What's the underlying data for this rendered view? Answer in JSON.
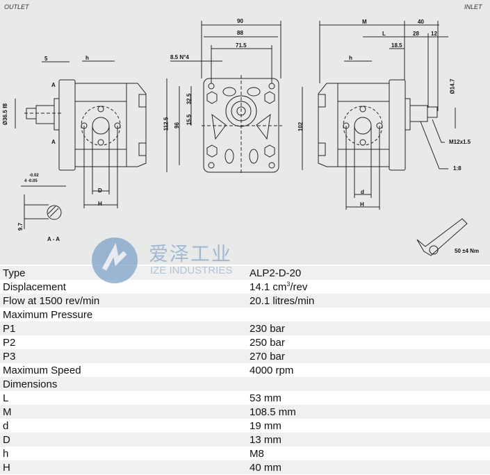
{
  "drawing": {
    "outlet_label": "OUTLET",
    "inlet_label": "INLET",
    "left_view": {
      "dim_5": "5",
      "dim_h": "h",
      "section_a": "A",
      "dia_label": "Ø36.5 f8",
      "dim_D": "D",
      "dim_H": "H",
      "tol_upper": "-0.02",
      "tol_lower": "4 -0.05",
      "dim_97": "9.7",
      "section_title": "A - A"
    },
    "front_view": {
      "dim_90": "90",
      "dim_88": "88",
      "dim_715": "71.5",
      "holes": "8.5 N°4",
      "dim_1125": "112.5",
      "dim_96": "96",
      "dim_325": "32.5",
      "dim_155": "15.5"
    },
    "right_view": {
      "dim_M": "M",
      "dim_40": "40",
      "dim_L": "L",
      "dim_28": "28",
      "dim_12": "12",
      "dim_185": "18.5",
      "dim_h": "h",
      "dim_102": "102",
      "dia": "Ø14.7",
      "thread": "M12x1.5",
      "taper": "1:8",
      "dim_d": "d",
      "dim_H": "H",
      "torque": "50 ±4 Nm"
    }
  },
  "watermark": {
    "cn": "爱泽工业",
    "en": "IZE INDUSTRIES"
  },
  "specs": [
    {
      "k": "Type",
      "v": "ALP2-D-20"
    },
    {
      "k": "Displacement",
      "v": "14.1 cm",
      "sup": "3",
      "v2": "/rev"
    },
    {
      "k": "Flow at 1500 rev/min",
      "v": "20.1 litres/min"
    },
    {
      "k": "Maximum Pressure",
      "v": ""
    },
    {
      "k": "P1",
      "v": "230 bar"
    },
    {
      "k": "P2",
      "v": "250 bar"
    },
    {
      "k": "P3",
      "v": "270 bar"
    },
    {
      "k": "Maximum Speed",
      "v": "4000 rpm"
    },
    {
      "k": "Dimensions",
      "v": ""
    },
    {
      "k": "L",
      "v": "53 mm"
    },
    {
      "k": "M",
      "v": "108.5 mm"
    },
    {
      "k": "d",
      "v": "19 mm"
    },
    {
      "k": "D",
      "v": "13 mm"
    },
    {
      "k": "h",
      "v": "M8"
    },
    {
      "k": "H",
      "v": "40 mm"
    }
  ]
}
